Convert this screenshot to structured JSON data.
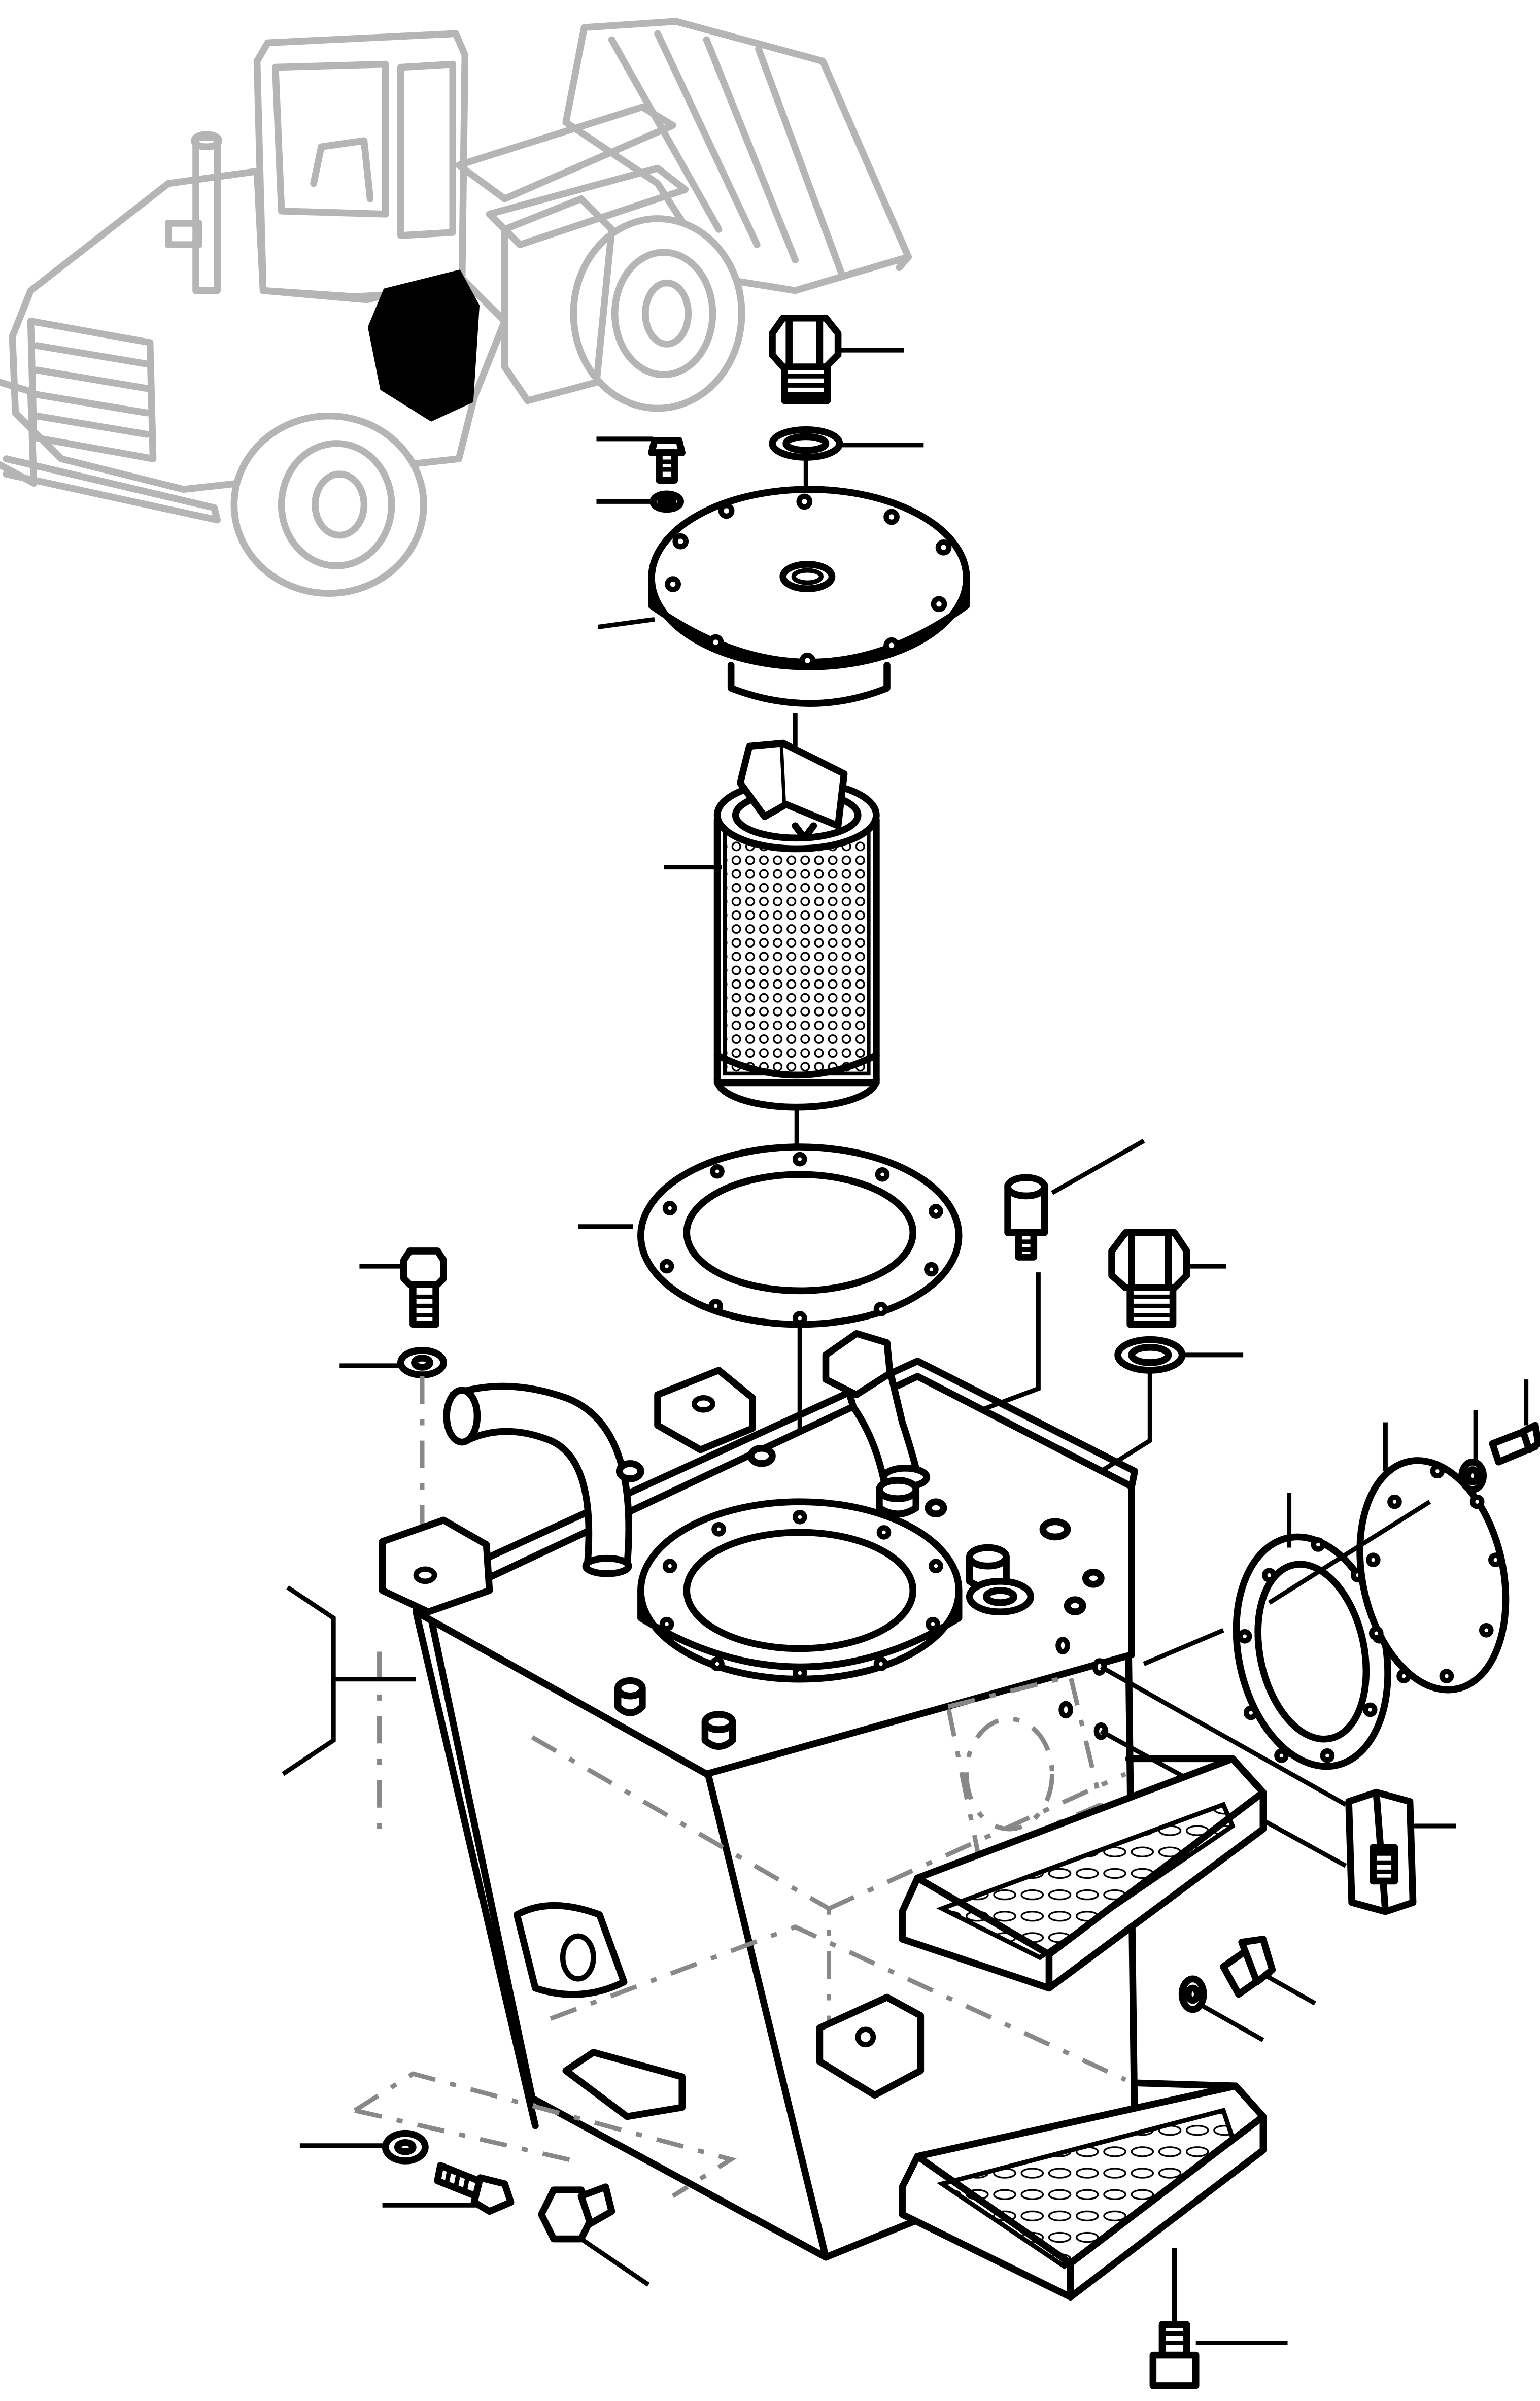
{
  "diagram": {
    "machine_overview": {
      "icon": "wheel-loader-icon",
      "highlight_color": "#000000",
      "line_color": "#b5b5b5"
    },
    "parts": [
      {
        "id": "plug-top",
        "icon": "hex-plug-icon"
      },
      {
        "id": "seal-ring-top",
        "icon": "seal-ring-icon"
      },
      {
        "id": "cover-screw",
        "icon": "screw-icon"
      },
      {
        "id": "cover-washer",
        "icon": "washer-icon"
      },
      {
        "id": "filter-cover",
        "icon": "cover-plate-icon"
      },
      {
        "id": "filter-element",
        "icon": "filter-cartridge-icon"
      },
      {
        "id": "filter-gasket",
        "icon": "gasket-icon"
      },
      {
        "id": "breather",
        "icon": "breather-icon"
      },
      {
        "id": "plug-tank",
        "icon": "hex-plug-icon"
      },
      {
        "id": "seal-ring-tank",
        "icon": "seal-ring-icon"
      },
      {
        "id": "bolt-left",
        "icon": "screw-icon"
      },
      {
        "id": "washer-left",
        "icon": "washer-icon"
      },
      {
        "id": "hydraulic-tank",
        "icon": "tank-icon"
      },
      {
        "id": "side-cover-gasket",
        "icon": "gasket-icon"
      },
      {
        "id": "side-cover",
        "icon": "cover-plate-icon"
      },
      {
        "id": "side-washer",
        "icon": "washer-icon"
      },
      {
        "id": "side-screw",
        "icon": "screw-icon"
      },
      {
        "id": "level-sight-glass",
        "icon": "sight-glass-icon"
      },
      {
        "id": "step-bolt",
        "icon": "screw-icon"
      },
      {
        "id": "step-washer",
        "icon": "washer-icon"
      },
      {
        "id": "upper-step",
        "icon": "step-icon"
      },
      {
        "id": "lower-step",
        "icon": "step-icon"
      },
      {
        "id": "bottom-washer",
        "icon": "washer-icon"
      },
      {
        "id": "bottom-screw",
        "icon": "screw-icon"
      },
      {
        "id": "drain-plug",
        "icon": "hex-plug-icon"
      },
      {
        "id": "drain-valve",
        "icon": "drain-valve-icon"
      }
    ]
  }
}
